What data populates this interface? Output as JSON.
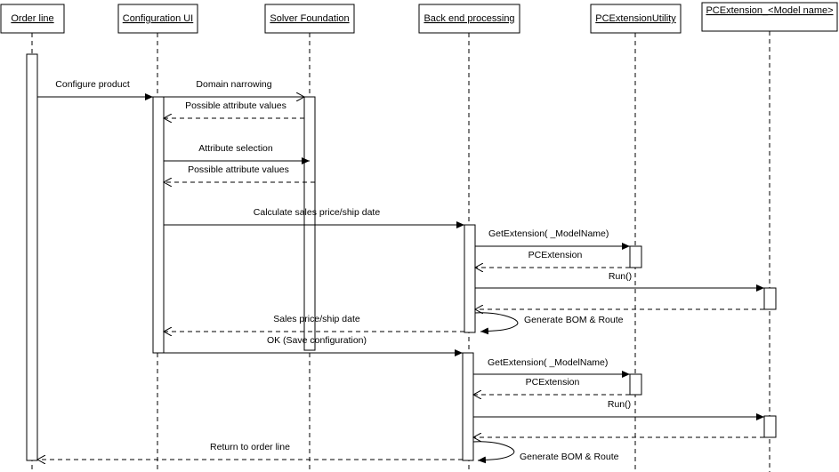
{
  "participants": [
    {
      "name": "Order line"
    },
    {
      "name": "Configuration UI"
    },
    {
      "name": "Solver Foundation"
    },
    {
      "name": "Back end processing"
    },
    {
      "name": "PCExtensionUtility"
    },
    {
      "name": "PCExtension_<Model name>"
    }
  ],
  "messages": [
    {
      "label": "Configure product",
      "from": "Order line",
      "to": "Configuration UI",
      "kind": "call"
    },
    {
      "label": "Domain narrowing",
      "from": "Configuration UI",
      "to": "Solver Foundation",
      "kind": "call"
    },
    {
      "label": "Possible attribute values",
      "from": "Solver Foundation",
      "to": "Configuration UI",
      "kind": "return"
    },
    {
      "label": "Attribute selection",
      "from": "Configuration UI",
      "to": "Solver Foundation",
      "kind": "call"
    },
    {
      "label": "Possible attribute values",
      "from": "Solver Foundation",
      "to": "Configuration UI",
      "kind": "return"
    },
    {
      "label": "Calculate sales price/ship date",
      "from": "Configuration UI",
      "to": "Back end processing",
      "kind": "call"
    },
    {
      "label": "GetExtension( _ModelName)",
      "from": "Back end processing",
      "to": "PCExtensionUtility",
      "kind": "call"
    },
    {
      "label": "PCExtension",
      "from": "PCExtensionUtility",
      "to": "Back end processing",
      "kind": "return"
    },
    {
      "label": "Run()",
      "from": "Back end processing",
      "to": "PCExtension_<Model name>",
      "kind": "call"
    },
    {
      "label": "",
      "from": "PCExtension_<Model name>",
      "to": "Back end processing",
      "kind": "return"
    },
    {
      "label": "Generate BOM & Route",
      "from": "Back end processing",
      "to": "Back end processing",
      "kind": "self"
    },
    {
      "label": "Sales price/ship date",
      "from": "Back end processing",
      "to": "Configuration UI",
      "kind": "return"
    },
    {
      "label": "OK (Save configuration)",
      "from": "Configuration UI",
      "to": "Back end processing",
      "kind": "call"
    },
    {
      "label": "GetExtension( _ModelName)",
      "from": "Back end processing",
      "to": "PCExtensionUtility",
      "kind": "call"
    },
    {
      "label": "PCExtension",
      "from": "PCExtensionUtility",
      "to": "Back end processing",
      "kind": "return"
    },
    {
      "label": "Run()",
      "from": "Back end processing",
      "to": "PCExtension_<Model name>",
      "kind": "call"
    },
    {
      "label": "",
      "from": "PCExtension_<Model name>",
      "to": "Back end processing",
      "kind": "return"
    },
    {
      "label": "Generate BOM & Route",
      "from": "Back end processing",
      "to": "Back end processing",
      "kind": "self"
    },
    {
      "label": "Return to order line",
      "from": "Back end processing",
      "to": "Order line",
      "kind": "return"
    }
  ]
}
